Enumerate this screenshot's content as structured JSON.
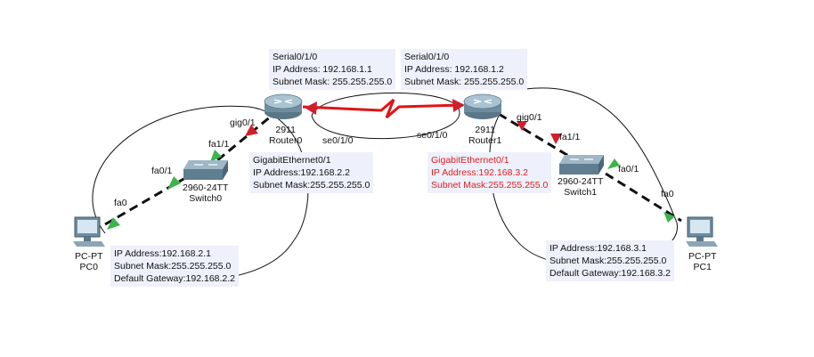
{
  "colors": {
    "serial_link": "#e01414",
    "ethernet_link": "#111111",
    "up_marker": "#3cb44b",
    "down_marker": "#d0202c",
    "info_box_bg": "#eef1fb",
    "highlight_text": "#e02020"
  },
  "devices": {
    "router0": {
      "model": "2911",
      "name": "Router0",
      "icon": "router-icon"
    },
    "router1": {
      "model": "2911",
      "name": "Router1",
      "icon": "router-icon"
    },
    "switch0": {
      "model": "2960-24TT",
      "name": "Switch0",
      "icon": "switch-icon"
    },
    "switch1": {
      "model": "2960-24TT",
      "name": "Switch1",
      "icon": "switch-icon"
    },
    "pc0": {
      "model": "PC-PT",
      "name": "PC0",
      "icon": "pc-icon"
    },
    "pc1": {
      "model": "PC-PT",
      "name": "PC1",
      "icon": "pc-icon"
    }
  },
  "ports": {
    "r0_gig": "gig0/1",
    "r0_serial": "se0/1/0",
    "r1_serial": "se0/1/0",
    "r1_gig": "gig0/1",
    "sw0_up": "fa1/1",
    "sw0_down": "fa0/1",
    "pc0_port": "fa0",
    "sw1_up": "fa1/1",
    "sw1_down": "fa0/1",
    "pc1_port": "fa0"
  },
  "info": {
    "r0_serial": [
      "Serial0/1/0",
      "IP Address: 192.168.1.1",
      "Subnet Mask: 255.255.255.0"
    ],
    "r1_serial": [
      "Serial0/1/0",
      "IP Address: 192.168.1.2",
      "Subnet Mask: 255.255.255.0"
    ],
    "r0_gig": [
      "GigabitEthernet0/1",
      "IP Address:192.168.2.2",
      "Subnet Mask:255.255.255.0"
    ],
    "r1_gig": [
      "GigabitEthernet0/1",
      "IP Address:192.168.3.2",
      "Subnet Mask:255.255.255.0"
    ],
    "pc0": [
      "IP Address:192.168.2.1",
      "Subnet Mask:255.255.255.0",
      "Default Gateway:192.168.2.2"
    ],
    "pc1": [
      "IP Address:192.168.3.1",
      "Subnet Mask:255.255.255.0",
      "Default Gateway:192.168.3.2"
    ]
  }
}
